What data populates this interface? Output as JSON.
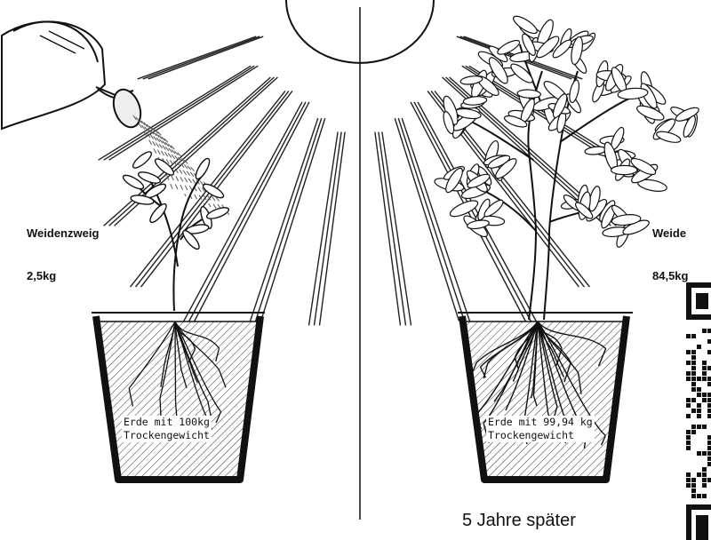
{
  "left_label": {
    "line1": "Weidenzweig",
    "line2": "2,5kg"
  },
  "right_label": {
    "line1": "Weide",
    "line2": "84,5kg"
  },
  "left_soil": {
    "line1": "Erde mit 100kg",
    "line2": "Trockengewicht"
  },
  "right_soil": {
    "line1": "Erde mit 99,94 kg",
    "line2": "Trockengewicht"
  },
  "caption": "5 Jahre später",
  "colors": {
    "ink": "#111111",
    "paper": "#ffffff"
  }
}
